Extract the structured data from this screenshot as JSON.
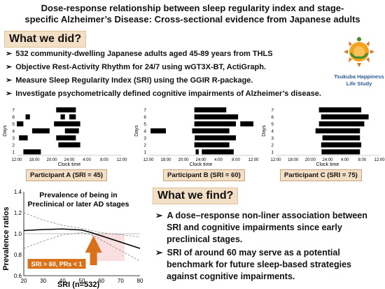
{
  "title_line1": "Dose-response relationship between sleep regularity index and stage-",
  "title_line2": "specific Alzheimer’s Disease: Cross-sectional evidence from Japanese adults",
  "what_did": {
    "heading": "What we did?",
    "bullets": [
      "532 community-dwelling Japanese adults aged 45-89 years from THLS",
      "Objective Rest-Activity Rhythm for 24/7 using wGT3X-BT, ActiGraph.",
      "Measure Sleep Regularity Index (SRI) using the GGIR R-package.",
      "Investigate psychometrically defined cognitive impairments of Alzheimer’s disease."
    ]
  },
  "logo_text": "Tsukuba Happiness Life Study",
  "actogram": {
    "ylabel": "Days",
    "xlabel": "Clock time",
    "yticks": [
      "1",
      "2",
      "3",
      "4",
      "5",
      "6",
      "7"
    ],
    "xticks": [
      "12:00",
      "18:00",
      "20:00",
      "24:00",
      "4:00",
      "8:00",
      "12:00"
    ],
    "participants": [
      {
        "label": "Participant A (SRI = 45)",
        "bars": [
          {
            "day": 1,
            "start": 1.5,
            "end": 5.5
          },
          {
            "day": 2,
            "start": 9.5,
            "end": 14.5
          },
          {
            "day": 3,
            "start": 0.5,
            "end": 2.5
          },
          {
            "day": 3,
            "start": 9,
            "end": 13.5
          },
          {
            "day": 4,
            "start": 3.5,
            "end": 7.5
          },
          {
            "day": 4,
            "start": 11,
            "end": 14.2
          },
          {
            "day": 5,
            "start": 0,
            "end": 1.5
          },
          {
            "day": 5,
            "start": 8.5,
            "end": 14.5
          },
          {
            "day": 6,
            "start": 2,
            "end": 3
          },
          {
            "day": 6,
            "start": 10,
            "end": 11
          },
          {
            "day": 6,
            "start": 12,
            "end": 13.5
          },
          {
            "day": 7,
            "start": 9,
            "end": 13.5
          }
        ]
      },
      {
        "label": "Participant B (SRI = 60)",
        "bars": [
          {
            "day": 1,
            "start": 10.8,
            "end": 11.5
          },
          {
            "day": 1,
            "start": 12.2,
            "end": 19.5
          },
          {
            "day": 2,
            "start": 10.5,
            "end": 18.5
          },
          {
            "day": 3,
            "start": 10.6,
            "end": 20
          },
          {
            "day": 4,
            "start": 0.5,
            "end": 4
          },
          {
            "day": 4,
            "start": 10,
            "end": 18.5
          },
          {
            "day": 5,
            "start": 10.5,
            "end": 20
          },
          {
            "day": 5,
            "start": 21,
            "end": 24
          },
          {
            "day": 6,
            "start": 10.5,
            "end": 20.5
          },
          {
            "day": 7,
            "start": 10.5,
            "end": 17.8
          }
        ]
      },
      {
        "label": "Participant C (SRI = 75)",
        "bars": [
          {
            "day": 1,
            "start": 10.6,
            "end": 19.5
          },
          {
            "day": 2,
            "start": 10.5,
            "end": 19.8
          },
          {
            "day": 3,
            "start": 10.8,
            "end": 19.5
          },
          {
            "day": 4,
            "start": 9.2,
            "end": 19.5
          },
          {
            "day": 5,
            "start": 10,
            "end": 20.5
          },
          {
            "day": 6,
            "start": 10.5,
            "end": 21.5
          },
          {
            "day": 7,
            "start": 10,
            "end": 19.8
          }
        ]
      }
    ]
  },
  "chart_data": {
    "type": "line",
    "title": "Prevalence of being in Preclinical or later AD stages",
    "title_line1": "Prevalence of being in",
    "title_line2": "Preclinical or later AD stages",
    "xlabel": "SRI (n=532)",
    "ylabel": "Prevalence ratios",
    "xlim": [
      20,
      80
    ],
    "ylim": [
      0.6,
      1.4
    ],
    "xticks": [
      20,
      30,
      40,
      50,
      60,
      70,
      80
    ],
    "yticks": [
      0.6,
      0.8,
      1.0,
      1.2,
      1.4
    ],
    "reference_line": 1.0,
    "series": [
      {
        "role": "estimate",
        "x": [
          20,
          30,
          40,
          50,
          55,
          60,
          65,
          70,
          75,
          80
        ],
        "y": [
          1.03,
          1.04,
          1.045,
          1.035,
          1.01,
          0.98,
          0.95,
          0.92,
          0.89,
          0.86
        ]
      },
      {
        "role": "upper",
        "x": [
          20,
          30,
          40,
          50,
          55,
          60,
          65,
          70,
          75,
          80
        ],
        "y": [
          1.2,
          1.13,
          1.08,
          1.05,
          1.03,
          1.01,
          1.0,
          0.99,
          0.98,
          0.97
        ]
      },
      {
        "role": "lower",
        "x": [
          20,
          30,
          40,
          50,
          55,
          60,
          65,
          70,
          75,
          80
        ],
        "y": [
          0.86,
          0.93,
          0.99,
          1.01,
          0.99,
          0.94,
          0.89,
          0.84,
          0.79,
          0.74
        ]
      }
    ],
    "highlight_xrange": [
      55,
      72
    ],
    "annotation": "SRI > 60, PRs < 1",
    "arrow_x": 56
  },
  "what_find": {
    "heading": "What we find?",
    "bullets": [
      "A dose–response non-liner association between SRI and cognitive impairments since early preclinical stages.",
      "SRI of around 60 may serve as a potential benchmark for future sleep-based strategies against cognitive impairments."
    ]
  },
  "colors": {
    "accent_bg": "#f3dfc6",
    "orange": "#d9701a",
    "bar": "#000000",
    "highlight": "#f7d7d7"
  }
}
